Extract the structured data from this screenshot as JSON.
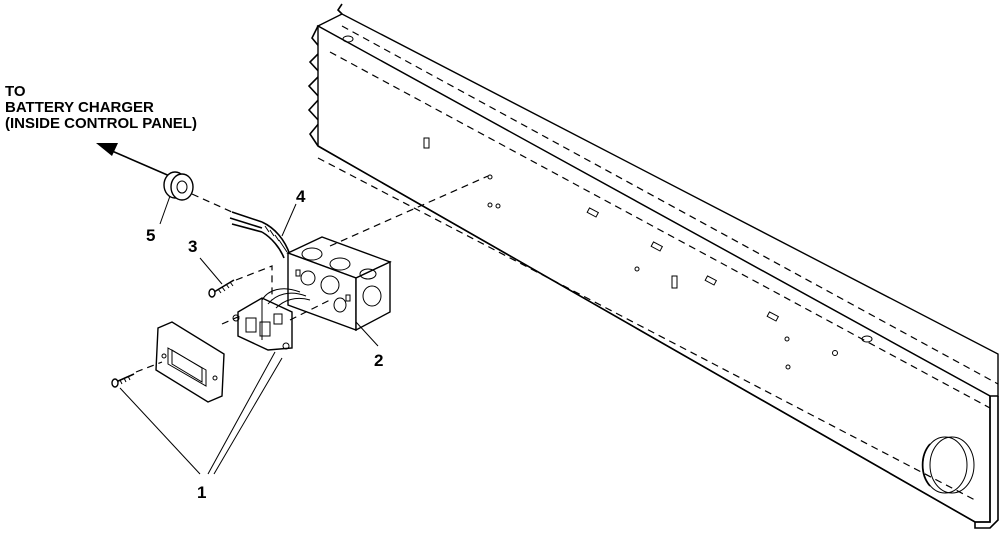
{
  "callout": {
    "line1": "TO",
    "line2": "BATTERY CHARGER",
    "line3": "(INSIDE CONTROL PANEL)"
  },
  "labels": {
    "item1": "1",
    "item2": "2",
    "item3": "3",
    "item4": "4",
    "item5": "5"
  }
}
